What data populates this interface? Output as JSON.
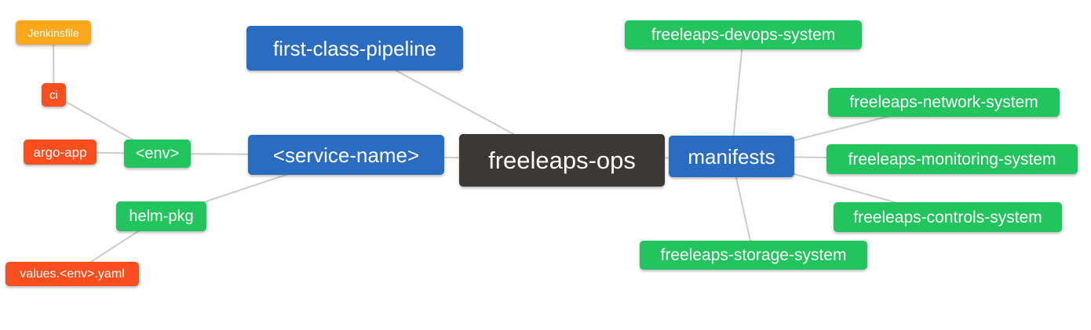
{
  "diagram": {
    "type": "mindmap",
    "root_label": "freeleaps-ops"
  },
  "colors": {
    "root_bg": "#3b3836",
    "level1_bg": "#2b6cc3",
    "level2_bg": "#21c45d",
    "level3_bg": "#fa4e1e",
    "level4_bg": "#fba71b",
    "edge": "#cccccc",
    "text": "#ffffff",
    "background": "#ffffff"
  },
  "nodes": {
    "root": {
      "label": "freeleaps-ops"
    },
    "first_class_pipeline": {
      "label": "first-class-pipeline"
    },
    "service_name": {
      "label": "<service-name>"
    },
    "manifests": {
      "label": "manifests"
    },
    "env": {
      "label": "<env>"
    },
    "helm_pkg": {
      "label": "helm-pkg"
    },
    "ci": {
      "label": "ci"
    },
    "argo_app": {
      "label": "argo-app"
    },
    "jenkinsfile": {
      "label": "Jenkinsfile"
    },
    "values_env_yaml": {
      "label": "values.<env>.yaml"
    },
    "devops_system": {
      "label": "freeleaps-devops-system"
    },
    "network_system": {
      "label": "freeleaps-network-system"
    },
    "monitoring_system": {
      "label": "freeleaps-monitoring-system"
    },
    "controls_system": {
      "label": "freeleaps-controls-system"
    },
    "storage_system": {
      "label": "freeleaps-storage-system"
    }
  },
  "edges": [
    [
      "jenkinsfile",
      "ci"
    ],
    [
      "ci",
      "env"
    ],
    [
      "argo_app",
      "env"
    ],
    [
      "env",
      "service_name"
    ],
    [
      "helm_pkg",
      "service_name"
    ],
    [
      "values_env_yaml",
      "helm_pkg"
    ],
    [
      "service_name",
      "root"
    ],
    [
      "first_class_pipeline",
      "root"
    ],
    [
      "root",
      "manifests"
    ],
    [
      "manifests",
      "devops_system"
    ],
    [
      "manifests",
      "network_system"
    ],
    [
      "manifests",
      "monitoring_system"
    ],
    [
      "manifests",
      "controls_system"
    ],
    [
      "manifests",
      "storage_system"
    ]
  ]
}
